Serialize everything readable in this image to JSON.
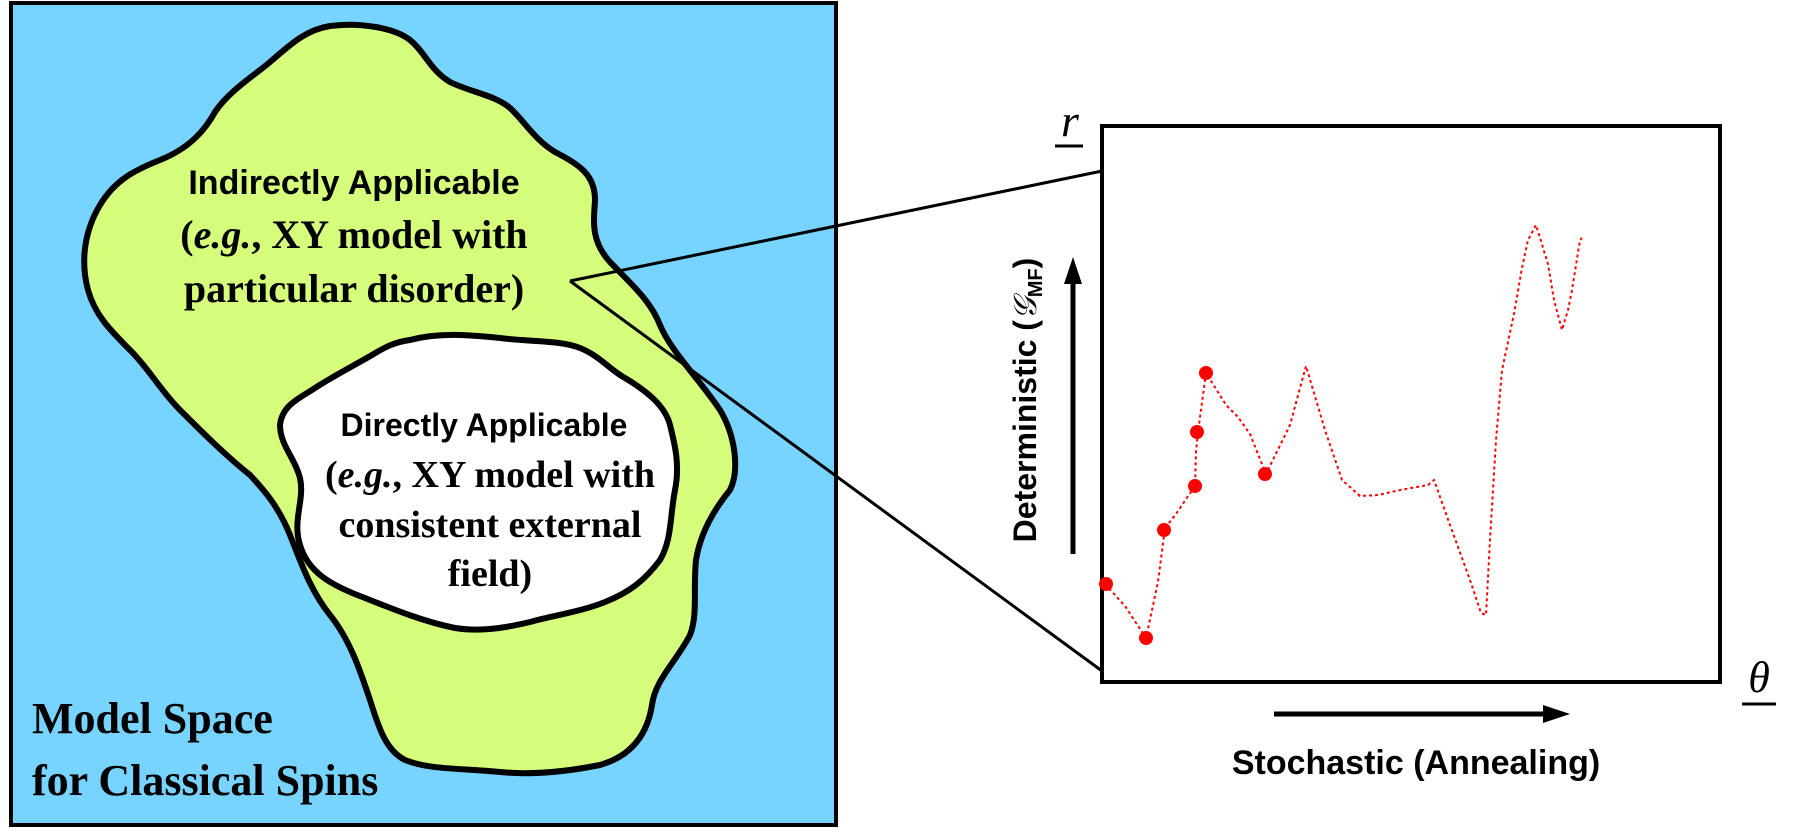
{
  "model_space": {
    "label_line1": "Model Space",
    "label_line2": "for Classical Spins",
    "background_color": "#77D3FF",
    "indirect_region_color": "#D5FC7B",
    "direct_region_color": "#FFFFFF"
  },
  "indirect": {
    "title": "Indirectly Applicable",
    "example_open": "(",
    "example_eg": "e.g.",
    "example_rest": ", XY model with",
    "example_line3": "particular disorder)"
  },
  "direct": {
    "title": "Directly Applicable",
    "example_open": "(",
    "example_eg": "e.g.",
    "example_rest": ", XY model with",
    "example_line3": "consistent external",
    "example_line4": "field)"
  },
  "plot": {
    "y_axis_symbol": "r",
    "x_axis_symbol": "θ",
    "vertical_arrow_label_main": "Deterministic (",
    "vertical_arrow_label_symbol": "𝒢",
    "vertical_arrow_label_subscript": "MF",
    "vertical_arrow_label_close": ")",
    "horizontal_arrow_label": "Stochastic (Annealing)",
    "marker_color": "#FF0000"
  }
}
